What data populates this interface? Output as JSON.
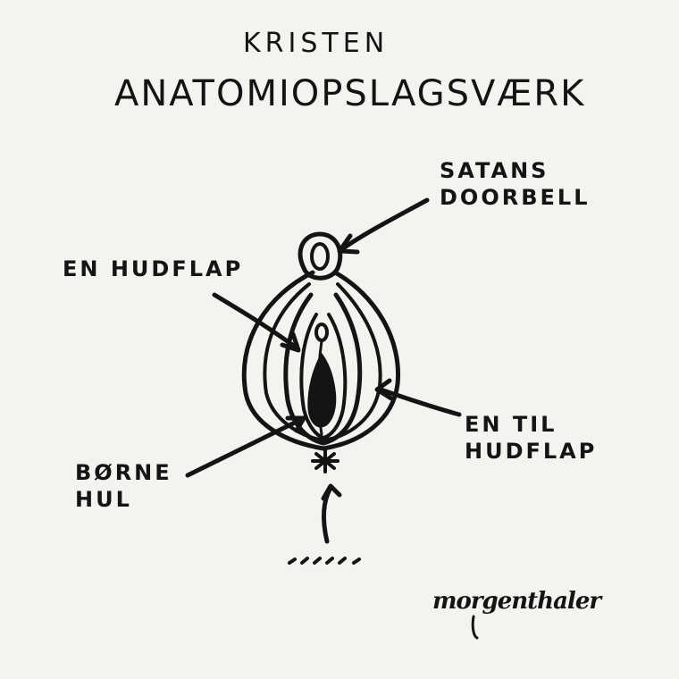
{
  "title": {
    "line1": "KRISTEN",
    "line2": "ANATOMIOPSLAGSVÆRK"
  },
  "labels": {
    "satans_doorbell": "SATANS\nDOORBELL",
    "en_hudflap": "EN HUDFLAP",
    "en_til_hudflap": "EN TIL\nHUDFLAP",
    "boerne_hul": "BØRNE\nHUL"
  },
  "signature": "morgenthaler",
  "colors": {
    "paper": "#f4f3ef",
    "ink": "#141414"
  }
}
